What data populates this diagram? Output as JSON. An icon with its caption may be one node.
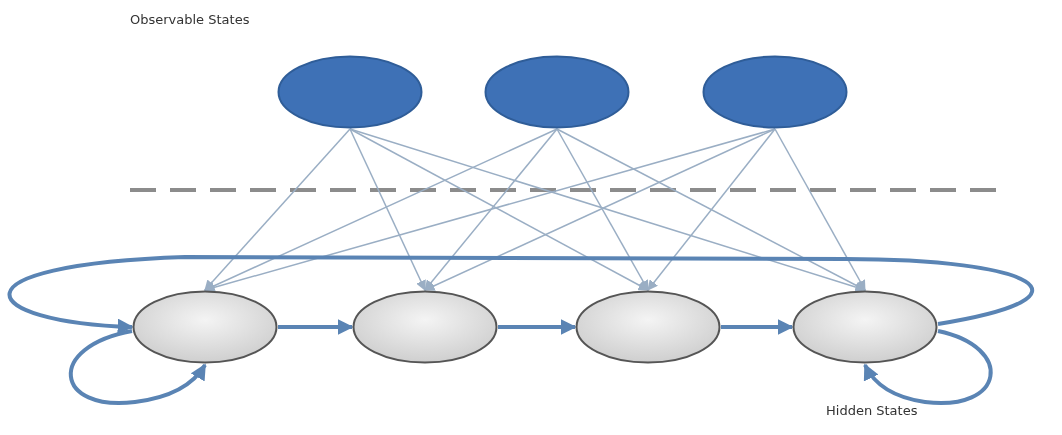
{
  "diagram": {
    "nodes": [
      {
        "text": [],
        "shape": "ellipse"
      },
      {
        "text": [],
        "shape": "ellipse"
      },
      {
        "text": [],
        "shape": "ellipse"
      },
      {
        "text": [],
        "shape": "ellipse"
      },
      {
        "text": [],
        "shape": "ellipse"
      },
      {
        "text": [],
        "shape": "ellipse"
      },
      {
        "text": [],
        "shape": "ellipse"
      }
    ],
    "edges": [
      {
        "from": 0,
        "to": 3,
        "arrow": "to"
      },
      {
        "from": 0,
        "to": 4,
        "arrow": "to"
      },
      {
        "from": 0,
        "to": 5,
        "arrow": "to"
      },
      {
        "from": 0,
        "to": 6,
        "arrow": "to"
      },
      {
        "from": 1,
        "to": 3,
        "arrow": "to"
      },
      {
        "from": 1,
        "to": 4,
        "arrow": "to"
      },
      {
        "from": 1,
        "to": 5,
        "arrow": "to"
      },
      {
        "from": 1,
        "to": 6,
        "arrow": "to"
      },
      {
        "from": 2,
        "to": 3,
        "arrow": "to"
      },
      {
        "from": 2,
        "to": 4,
        "arrow": "to"
      },
      {
        "from": 2,
        "to": 5,
        "arrow": "to"
      },
      {
        "from": 2,
        "to": 6,
        "arrow": "to"
      },
      {
        "from": 3,
        "to": 4,
        "arrow": "to",
        "style": "thick",
        "color": "#5a84b4"
      },
      {
        "from": 4,
        "to": 5,
        "arrow": "to",
        "style": "thick",
        "color": "#5a84b4"
      },
      {
        "from": 5,
        "to": 6,
        "arrow": "to",
        "style": "thick",
        "color": "#5a84b4"
      },
      {
        "from": 6,
        "to": 3,
        "arrow": "to",
        "style": "thick",
        "color": "#5a84b4"
      },
      {
        "from": 3,
        "to": 3,
        "arrow": "to",
        "style": "thick",
        "color": "#5a84b4"
      },
      {
        "from": 6,
        "to": 6,
        "arrow": "to",
        "style": "thick",
        "color": "#5a84b4"
      }
    ],
    "labels": [
      "Observable States",
      "Hidden States"
    ]
  }
}
